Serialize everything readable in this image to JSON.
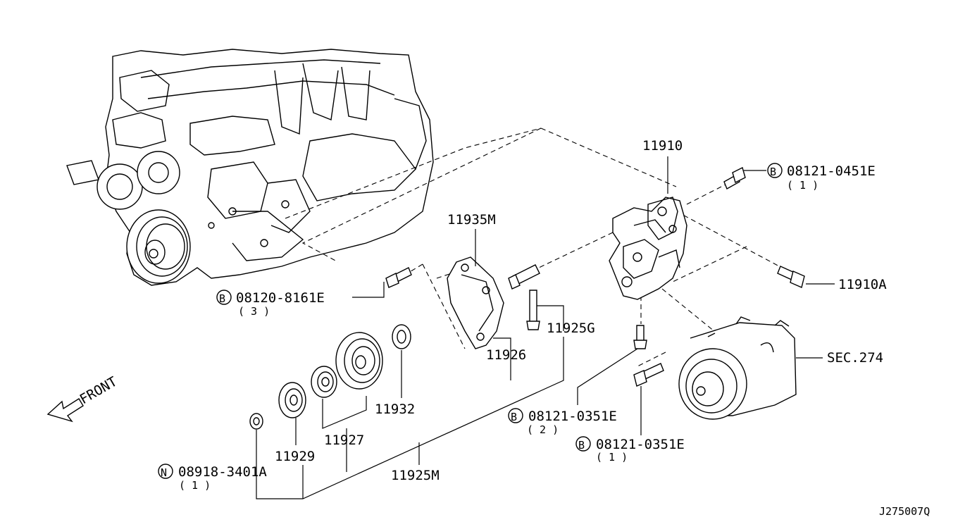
{
  "diagram": {
    "labels": {
      "bracket": "11910",
      "bolt_top_right": "08121-0451E",
      "bolt_top_right_qty": "( 1 )",
      "bolt_right": "11910A",
      "idler_bracket": "11935M",
      "bolt_left": "08120-8161E",
      "bolt_left_qty": "( 3 )",
      "bolt_long": "11925G",
      "bolt_mid": "11926",
      "compressor": "SEC.274",
      "bolt_lower": "08121-0351E",
      "bolt_lower_qty": "( 2 )",
      "bolt_bottom": "08121-0351E",
      "bolt_bottom_qty": "( 1 )",
      "spacer": "11932",
      "pulley_set": "11927",
      "pulley_small": "11929",
      "nut": "08918-3401A",
      "nut_qty": "( 1 )",
      "idler_assembly": "11925M",
      "front": "FRONT",
      "diagram_code": "J275007Q"
    },
    "markers": {
      "bolt": "B",
      "nut": "N"
    }
  }
}
